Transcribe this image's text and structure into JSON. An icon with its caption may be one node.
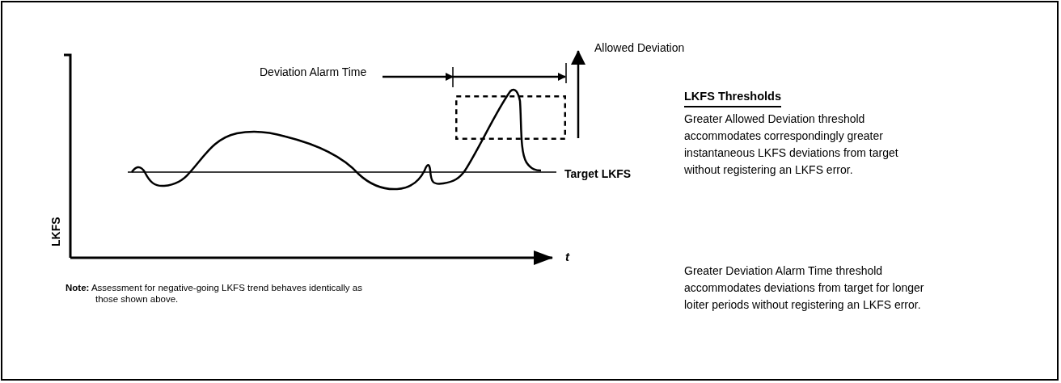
{
  "diagram": {
    "nodes": [
      {
        "text": [
          "Deviation Alarm Time"
        ]
      },
      {
        "text": [],
        "shape": "box"
      }
    ],
    "edges": [
      {
        "from": 0,
        "to": 1,
        "arrow": "to"
      }
    ],
    "labels": [
      "Allowed Deviation",
      "Target LKFS",
      "LKFS",
      "t",
      "**Note:** Assessment for negative-going LKFS trend behaves identically as those shown above.",
      "LKFS Thresholds",
      "Greater Allowed Deviation threshold accommodates correspondingly greater instantaneous LKFS deviations from target without registering an LKFS error.",
      "Greater Deviation Alarm Time threshold accommodates deviations from target for longer loiter periods without registering an LKFS error."
    ]
  }
}
